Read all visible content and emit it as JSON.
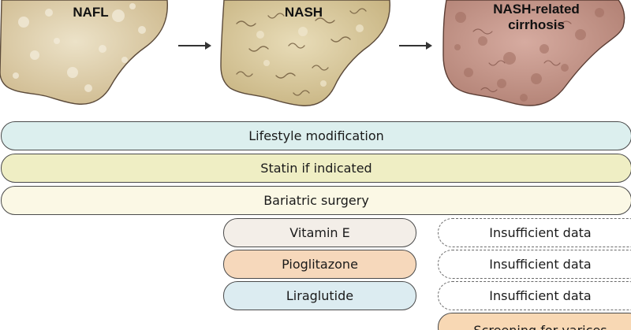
{
  "stages": [
    {
      "label": "NAFL"
    },
    {
      "label": "NASH"
    },
    {
      "label": "NASH-related\ncirrhosis"
    }
  ],
  "arrows": [
    "arrow-nafl-to-nash",
    "arrow-nash-to-cirrhosis"
  ],
  "bars": [
    {
      "label": "Lifestyle modification",
      "color": "#dcefee"
    },
    {
      "label": "Statin if indicated",
      "color": "#efeec4"
    },
    {
      "label": "Bariatric surgery",
      "color": "#fbf8e5"
    }
  ],
  "treatments": [
    {
      "label": "Vitamin E",
      "color": "#f3eee8"
    },
    {
      "label": "Pioglitazone",
      "color": "#f6d8bb"
    },
    {
      "label": "Liraglutide",
      "color": "#dcecf1"
    }
  ],
  "cirrhosis_column": [
    {
      "label": "Insufficient data"
    },
    {
      "label": "Insufficient data"
    },
    {
      "label": "Insufficient data"
    },
    {
      "label": "Screening for varices",
      "color": "#f8d8b4"
    }
  ],
  "colors": {
    "liver_nafl": "#d9c9a3",
    "liver_nash": "#d3c394",
    "liver_cirrhosis": "#c39588",
    "outline": "#5b4a3a"
  }
}
